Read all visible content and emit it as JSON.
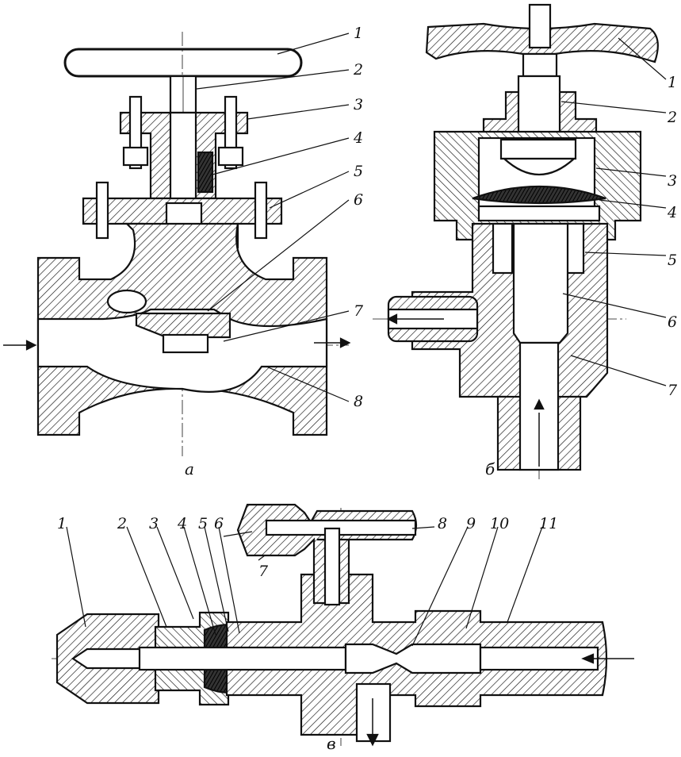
{
  "figure_a": {
    "caption": "а",
    "callouts": [
      "1",
      "2",
      "3",
      "4",
      "5",
      "6",
      "7",
      "8"
    ]
  },
  "figure_b": {
    "caption": "б",
    "callouts": [
      "1",
      "2",
      "3",
      "4",
      "5",
      "6",
      "7"
    ]
  },
  "figure_c": {
    "caption": "в",
    "callouts": [
      "1",
      "2",
      "3",
      "4",
      "5",
      "6",
      "7",
      "8",
      "9",
      "10",
      "11"
    ]
  },
  "colors": {
    "ink": "#111111",
    "paper": "#ffffff"
  }
}
